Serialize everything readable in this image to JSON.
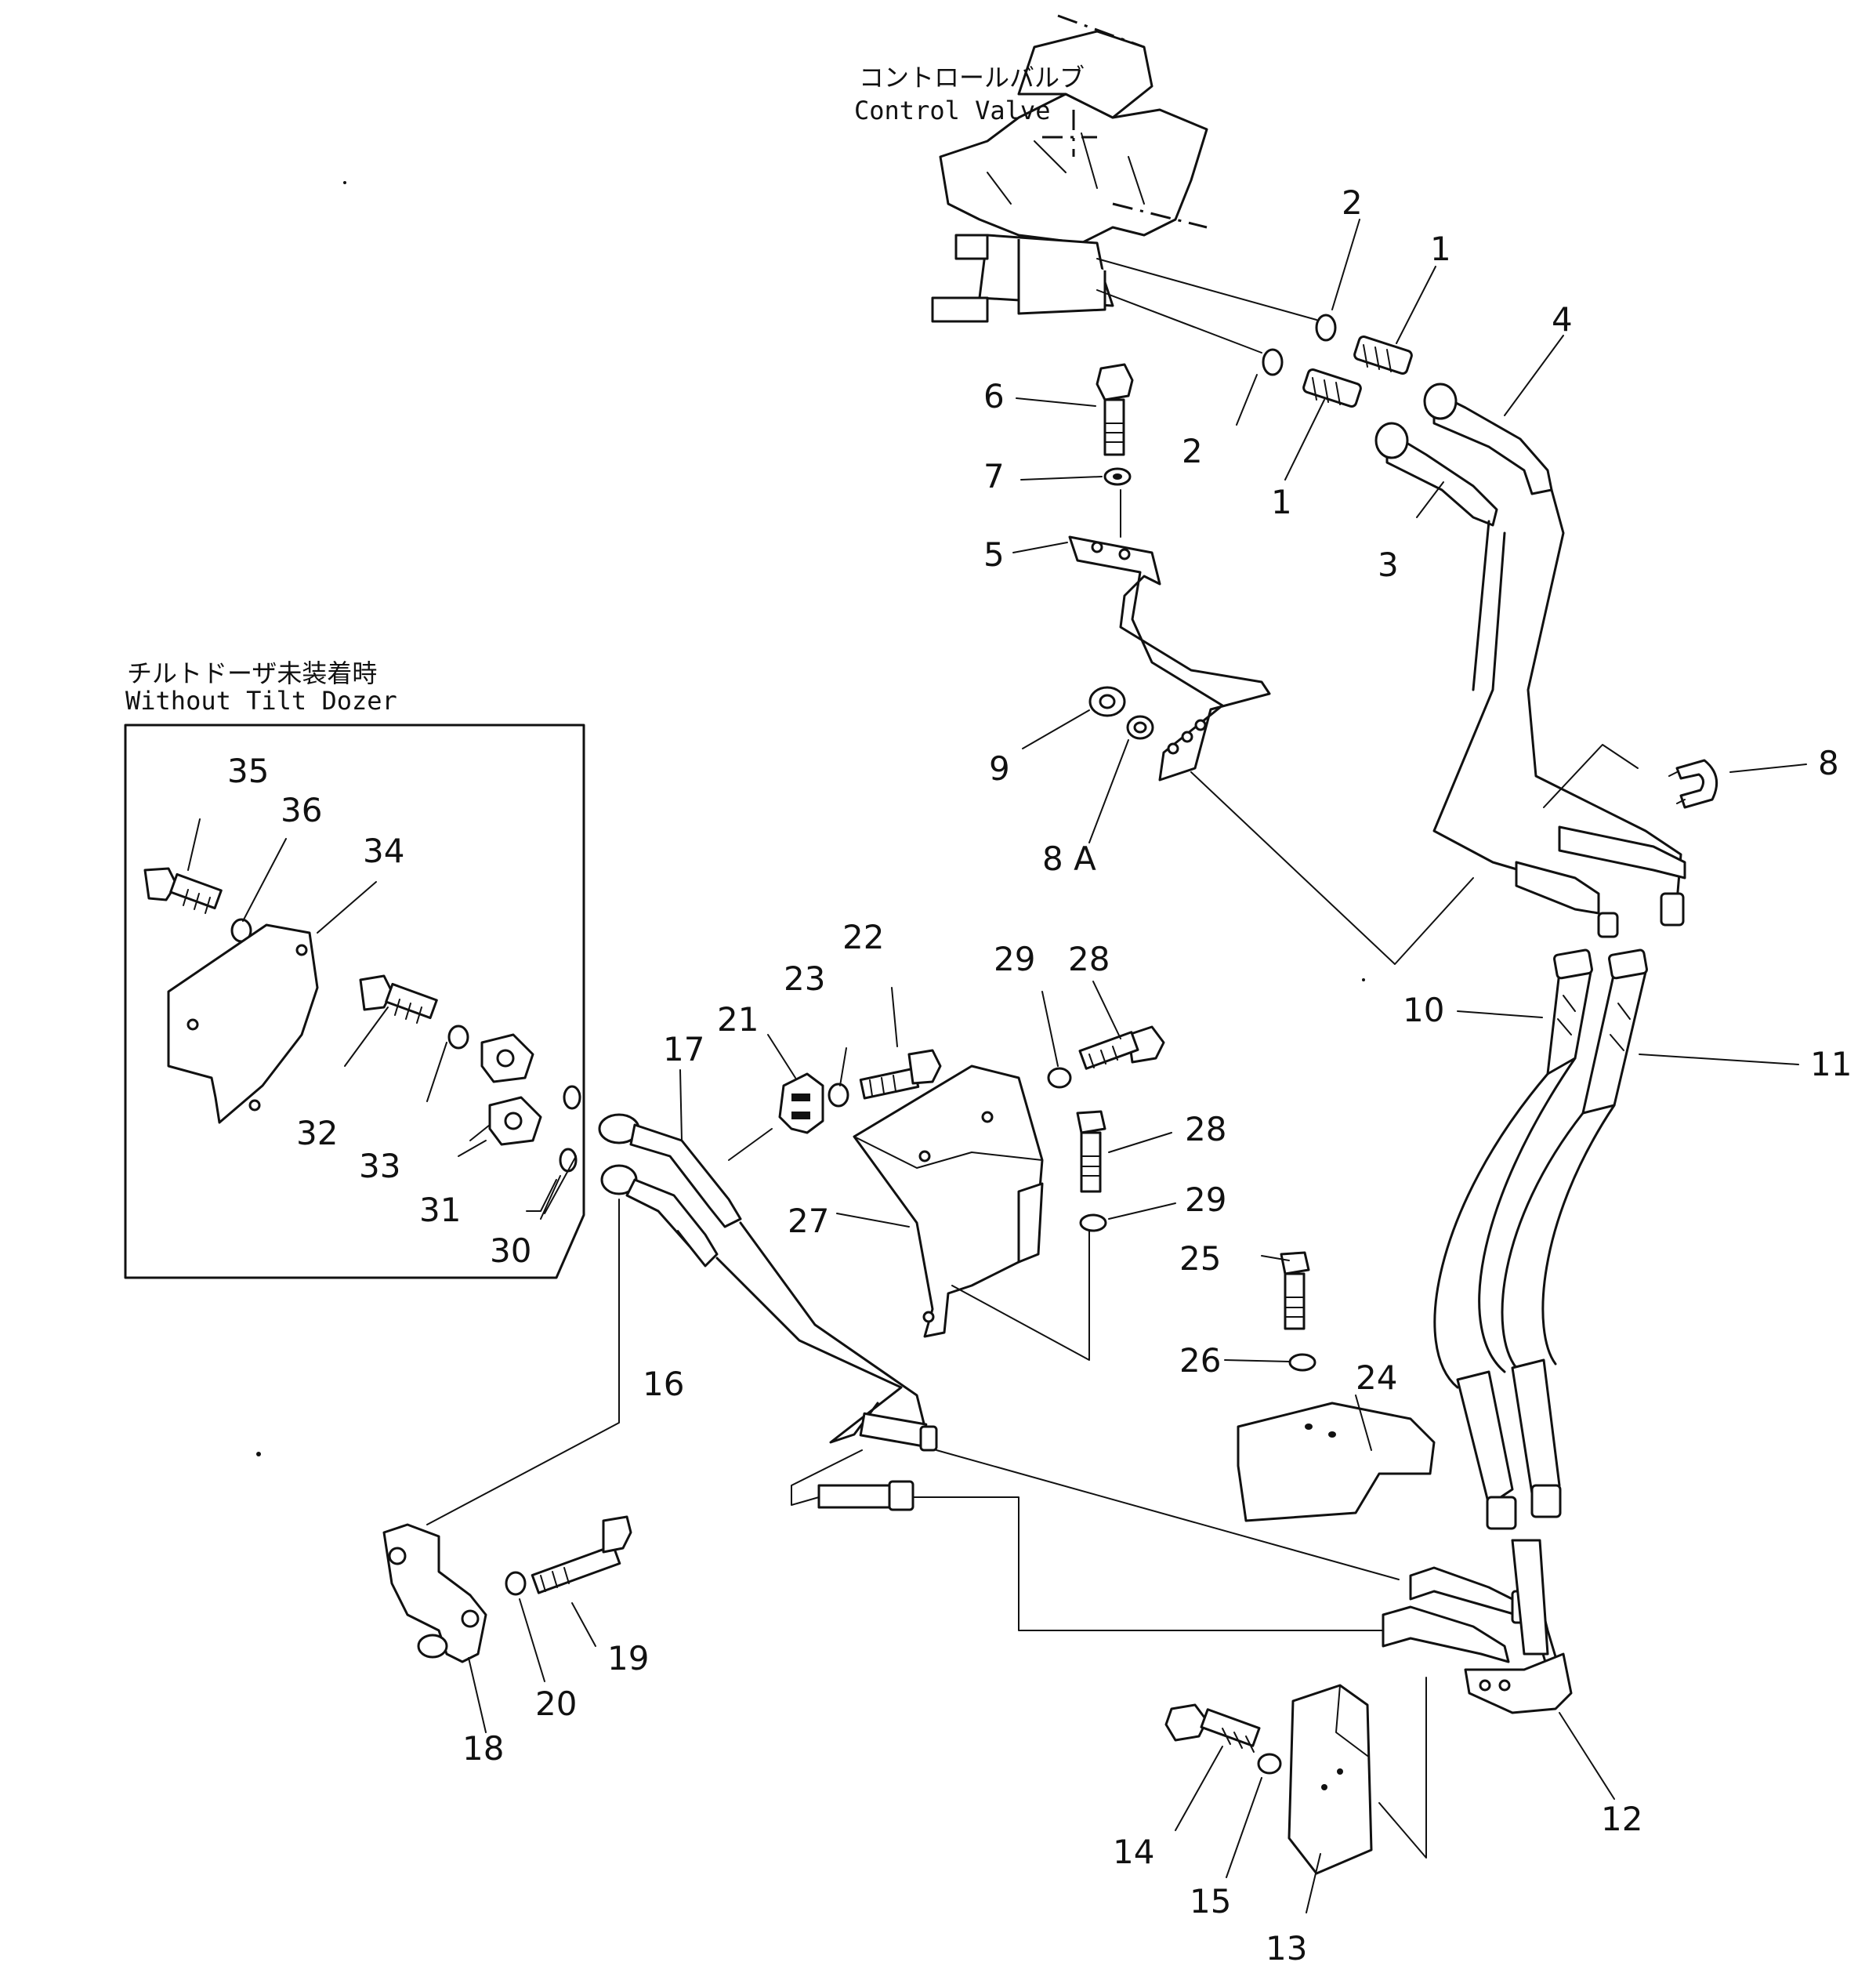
{
  "captions": {
    "control_valve_jp": "コントロールバルブ",
    "control_valve_en": "Control  Valve",
    "without_tilt_jp": "チルトドーザ未装着時",
    "without_tilt_en": "Without  Tilt  Dozer"
  },
  "callouts": {
    "c1a": "1",
    "c1b": "1",
    "c2a": "2",
    "c2b": "2",
    "c3": "3",
    "c4": "4",
    "c5": "5",
    "c6": "6",
    "c7": "7",
    "c8": "8",
    "c8a": "8 A",
    "c9": "9",
    "c10": "10",
    "c11": "11",
    "c12": "12",
    "c13": "13",
    "c14": "14",
    "c15": "15",
    "c16": "16",
    "c17": "17",
    "c18": "18",
    "c19": "19",
    "c20": "20",
    "c21": "21",
    "c22": "22",
    "c23": "23",
    "c24": "24",
    "c25": "25",
    "c26": "26",
    "c27": "27",
    "c28a": "28",
    "c28b": "28",
    "c29a": "29",
    "c29b": "29",
    "c30": "30",
    "c31": "31",
    "c32": "32",
    "c33": "33",
    "c34": "34",
    "c35": "35",
    "c36": "36"
  }
}
